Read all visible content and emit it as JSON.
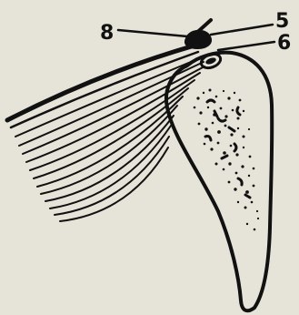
{
  "figure": {
    "labels": {
      "left": "8",
      "right_top": "5",
      "right_bottom": "6"
    },
    "colors": {
      "paper": "#e6e3d8",
      "ink": "#111111"
    }
  }
}
